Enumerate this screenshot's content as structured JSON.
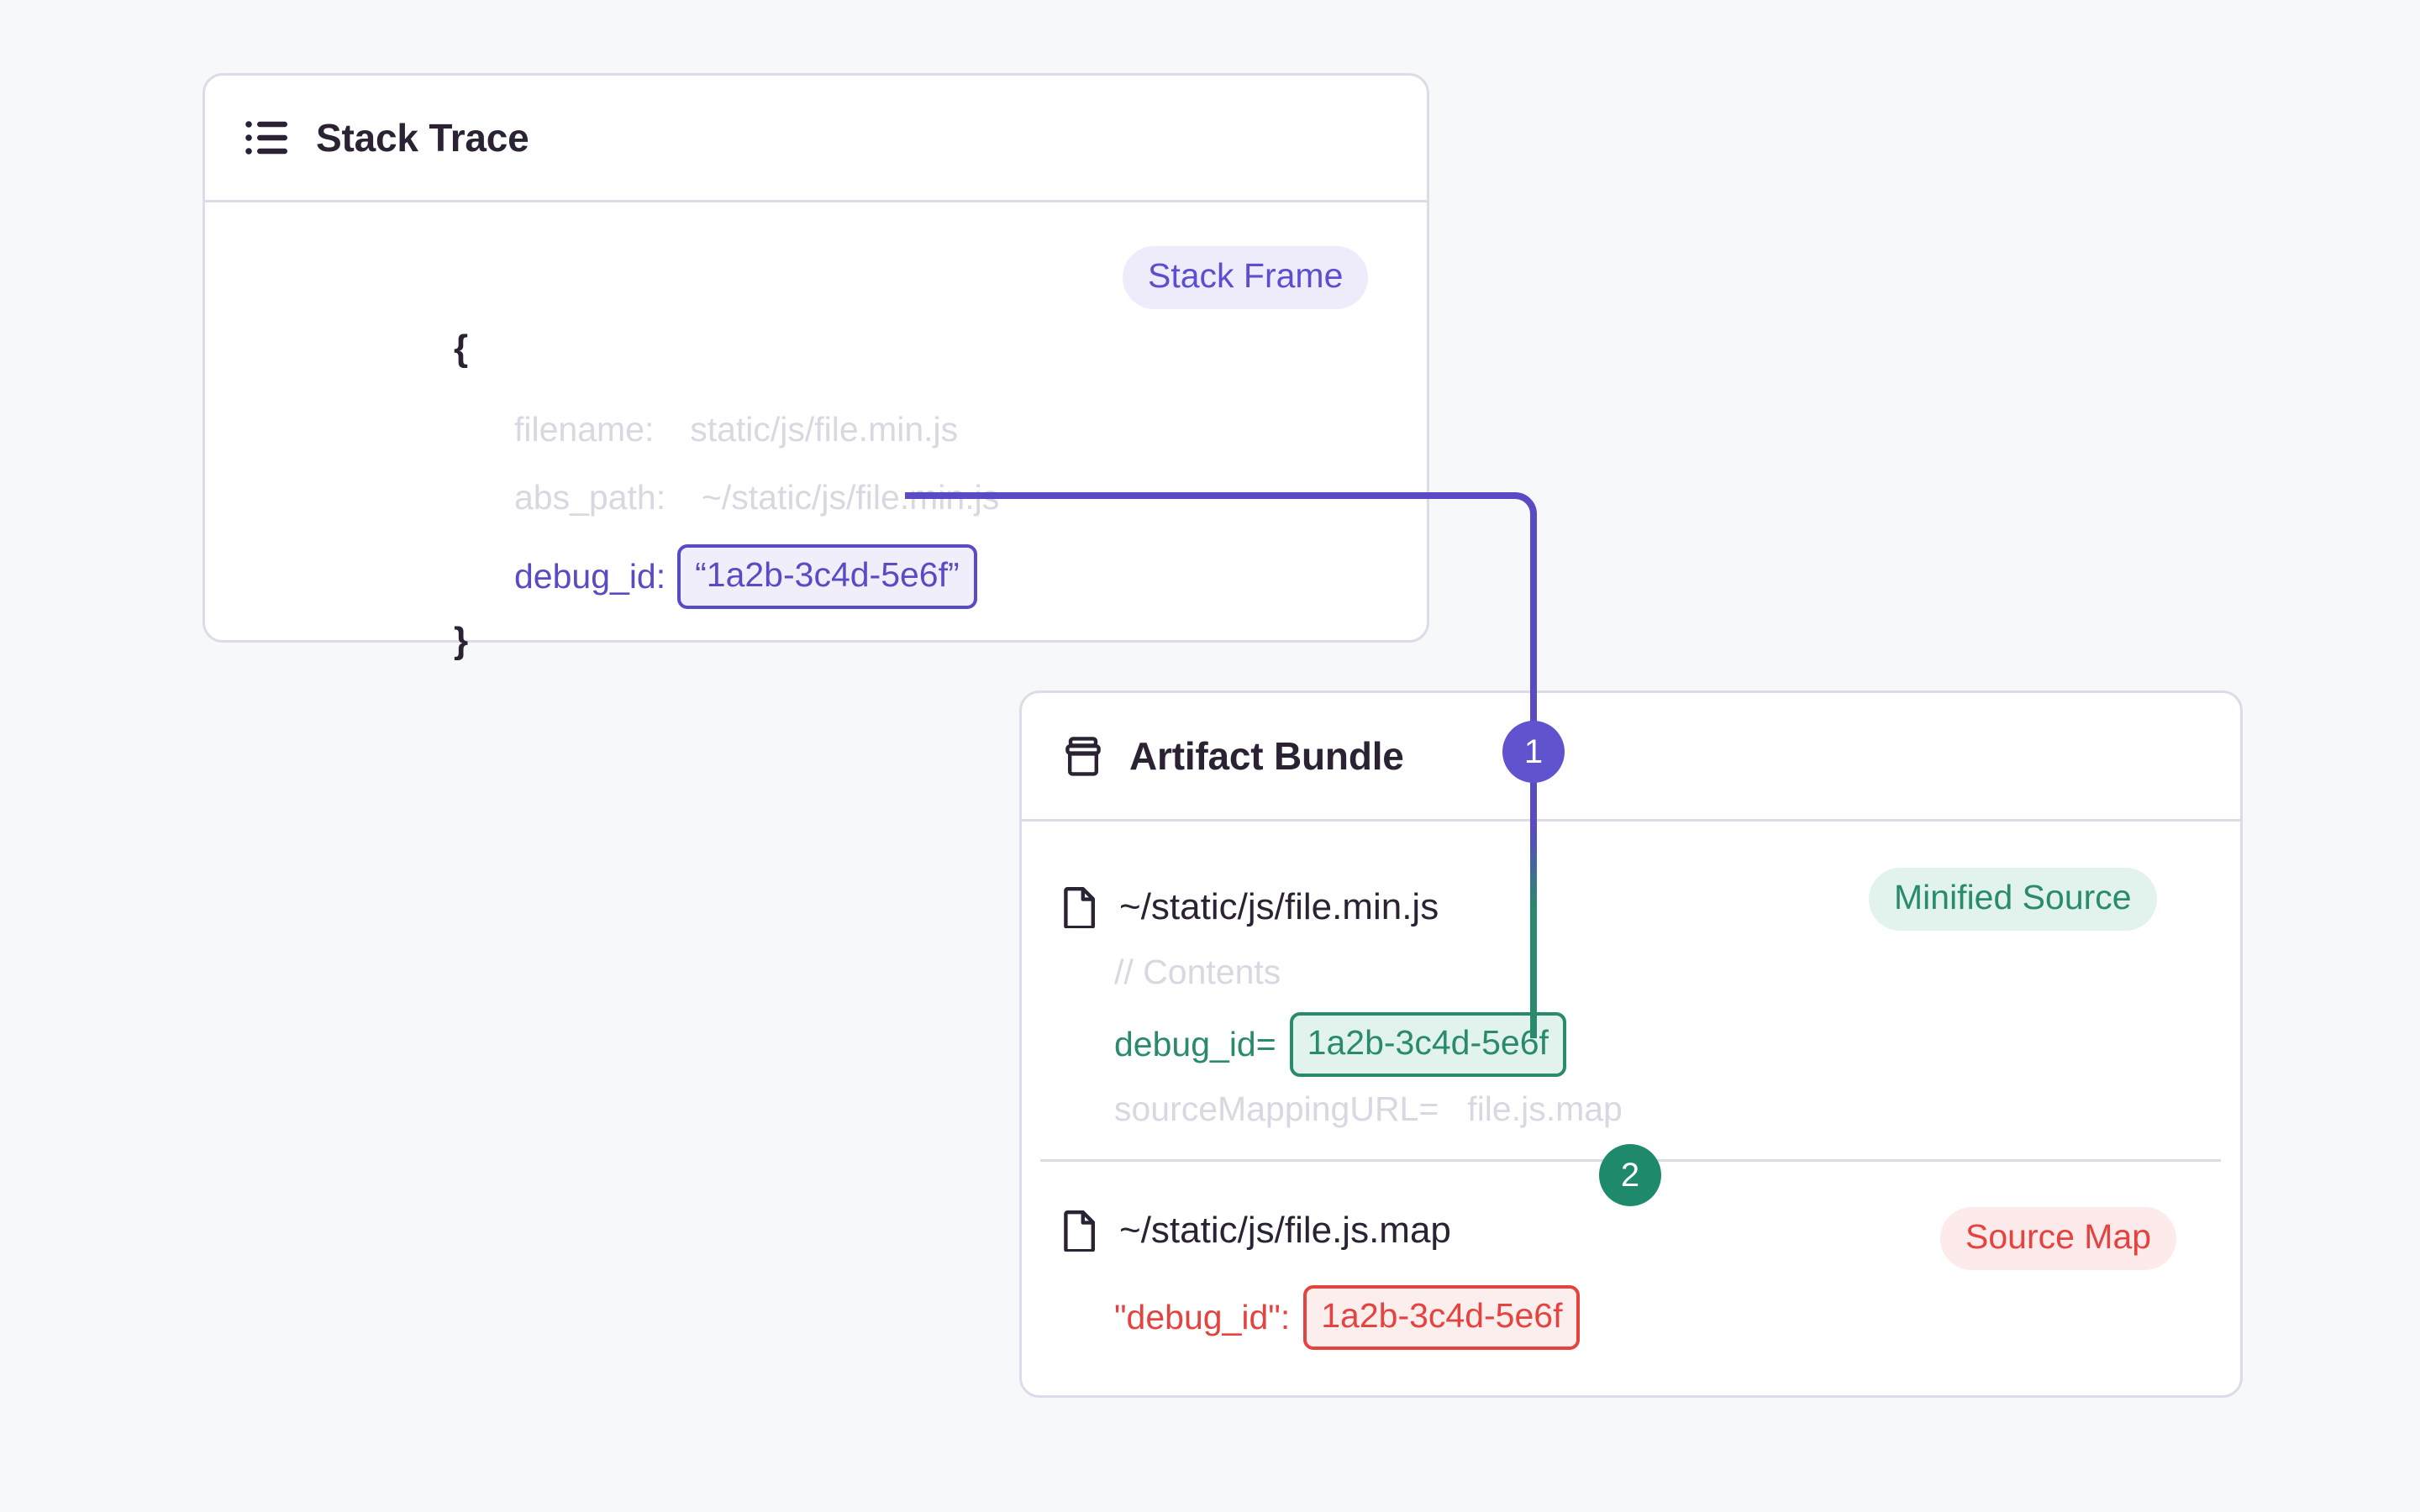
{
  "colors": {
    "background": "#f7f8fa",
    "card_border": "#dedbe8",
    "purple": "#584bc4",
    "purple_badge_bg": "#eeecfb",
    "green": "#2a8a6d",
    "green_badge_bg": "#e1f3ec",
    "red": "#e5433f",
    "red_badge_bg": "#fdeaea",
    "muted_text": "#d8d7e2",
    "heading_text": "#2b2233",
    "step1_badge": "#6153cd",
    "step2_badge": "#1f8a6b"
  },
  "stack_trace_card": {
    "icon": "list-icon",
    "title": "Stack Trace",
    "badge": {
      "label": "Stack Frame",
      "icon": "stack-frame-badge"
    },
    "open_brace": "{",
    "close_brace": "}",
    "fields": [
      {
        "key": "filename:",
        "value": "static/js/file.min.js"
      },
      {
        "key": "abs_path:",
        "value": "~/static/js/file.min.js"
      }
    ],
    "debug_id": {
      "key": "debug_id:",
      "value": "“1a2b-3c4d-5e6f”"
    }
  },
  "artifact_card": {
    "icon": "archive-box-icon",
    "title": "Artifact Bundle",
    "entries": [
      {
        "file_icon": "file-icon",
        "file_name": "~/static/js/file.min.js",
        "badge": "Minified Source",
        "lines": [
          {
            "kind": "comment",
            "text": "// Contents"
          },
          {
            "kind": "highlight-green",
            "key": "debug_id=",
            "value": "1a2b-3c4d-5e6f"
          },
          {
            "kind": "muted-pair",
            "key": "sourceMappingURL=",
            "value": "file.js.map"
          }
        ]
      },
      {
        "file_icon": "file-icon",
        "file_name": "~/static/js/file.js.map",
        "badge": "Source Map",
        "lines": [
          {
            "kind": "highlight-red",
            "key": "\"debug_id\":",
            "value": "1a2b-3c4d-5e6f"
          }
        ]
      }
    ]
  },
  "steps": [
    {
      "number": "1",
      "color": "#6153cd"
    },
    {
      "number": "2",
      "color": "#1f8a6b"
    }
  ]
}
